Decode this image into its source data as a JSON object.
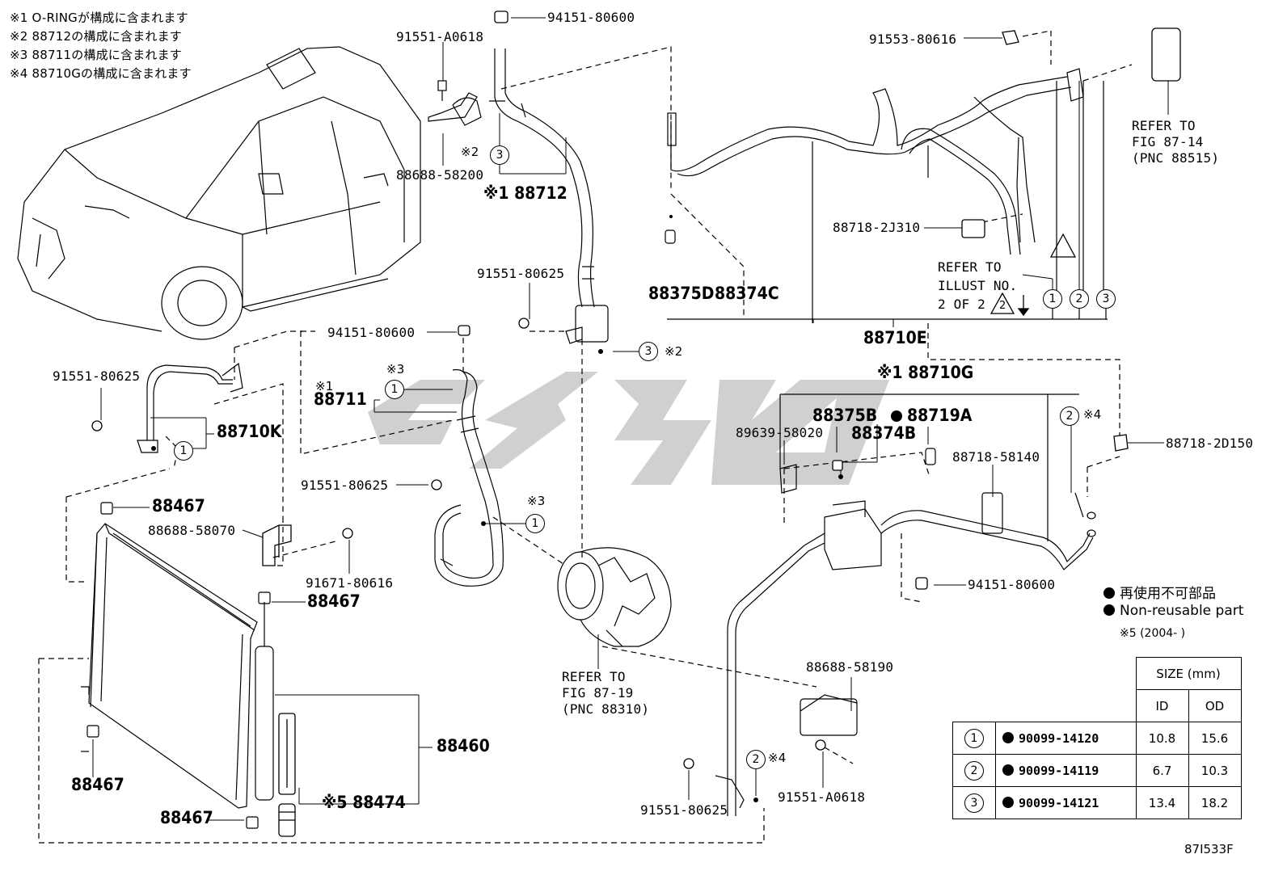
{
  "notes": [
    "※1 O-RINGが構成に含まれます",
    "※2 88712の構成に含まれます",
    "※3 88711の構成に含まれます",
    "※4 88710Gの構成に含まれます"
  ],
  "labels": {
    "p94151_80600_top": "94151-80600",
    "p91551_A0618_top": "91551-A0618",
    "p91553_80616": "91553-80616",
    "p88688_58200": "88688-58200",
    "p88712": "※1 88712",
    "note2_a": "※2",
    "p91551_80625_mid": "91551-80625",
    "p94151_80600_mid": "94151-80600",
    "p91551_80625_left": "91551-80625",
    "p88710K": "88710K",
    "p88711": "88711",
    "note1_88711": "※1",
    "note3_a": "※3",
    "note3_b": "※3",
    "note2_b": "※2",
    "p91551_80625_low": "91551-80625",
    "p88467_a": "88467",
    "p88688_58070": "88688-58070",
    "p91671_80616": "91671-80616",
    "p88467_b": "88467",
    "p88467_c": "88467",
    "p88467_d": "88467",
    "p88460": "88460",
    "p88474": "※5 88474",
    "p88718_2J310": "88718-2J310",
    "p88375D": "88375D",
    "p88374C": "88374C",
    "p88710E": "88710E",
    "p88710G": "※1 88710G",
    "p88375B": "88375B",
    "p88719A": "88719A",
    "p88374B": "88374B",
    "p89639_58020": "89639-58020",
    "p88718_58140": "88718-58140",
    "p88718_2D150": "88718-2D150",
    "note4_a": "※4",
    "note4_b": "※4",
    "p94151_80600_right": "94151-80600",
    "p88688_58190": "88688-58190",
    "p91551_A0618_low": "91551-A0618",
    "p91551_80625_bottom": "91551-80625",
    "illust_code": "87I533F"
  },
  "refers": {
    "fig_87_14": [
      "REFER TO",
      "FIG 87-14",
      "(PNC 88515)"
    ],
    "fig_87_19": [
      "REFER TO",
      "FIG 87-19",
      "(PNC 88310)"
    ],
    "illust_2": [
      "REFER TO",
      "ILLUST NO.",
      "2 OF 2"
    ]
  },
  "legend": {
    "non_reusable_ja": "再使用不可部品",
    "non_reusable_en": "Non-reusable part",
    "note5": "※5 (2004-      )"
  },
  "size_table": {
    "title": "SIZE (mm)",
    "col_id": "ID",
    "col_od": "OD",
    "rows": [
      {
        "ref": "1",
        "part": "90099-14120",
        "id": "10.8",
        "od": "15.6"
      },
      {
        "ref": "2",
        "part": "90099-14119",
        "id": "6.7",
        "od": "10.3"
      },
      {
        "ref": "3",
        "part": "90099-14121",
        "id": "13.4",
        "od": "18.2"
      }
    ]
  },
  "callouts": {
    "one": "1",
    "two": "2",
    "three": "3",
    "warn": "2"
  }
}
